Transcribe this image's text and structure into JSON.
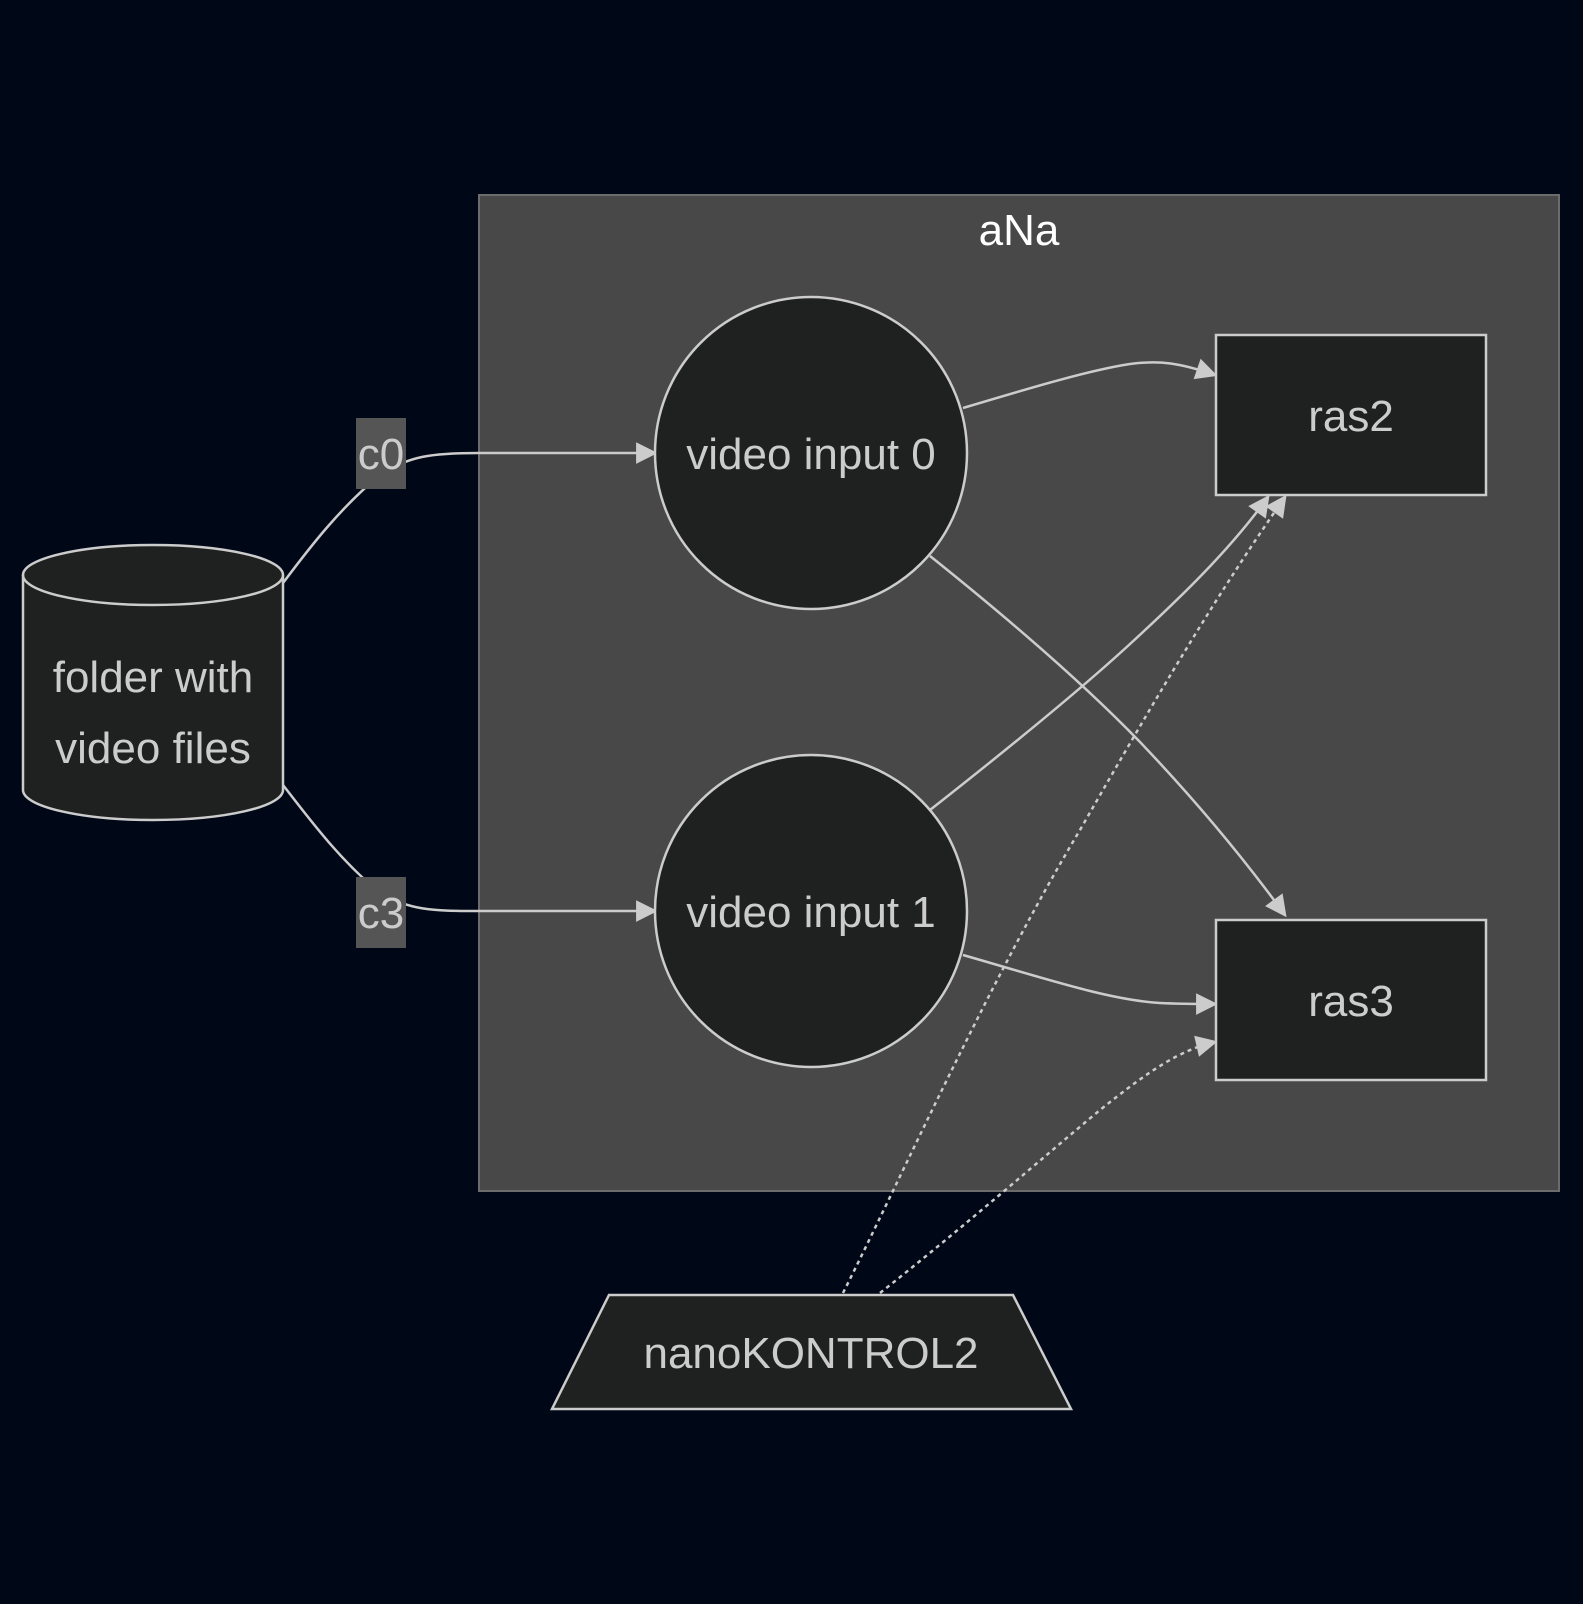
{
  "cluster": {
    "title": "aNa"
  },
  "nodes": {
    "folder": {
      "line1": "folder with",
      "line2": "video files"
    },
    "video_input_0": {
      "label": "video input 0"
    },
    "video_input_1": {
      "label": "video input 1"
    },
    "ras2": {
      "label": "ras2"
    },
    "ras3": {
      "label": "ras3"
    },
    "nanokontrol2": {
      "label": "nanoKONTROL2"
    }
  },
  "edge_labels": {
    "c0": "c0",
    "c3": "c3"
  },
  "colors": {
    "background": "#000818",
    "cluster_fill": "#474847",
    "node_fill": "#1f2020",
    "stroke": "#cccccc",
    "edge_label_bg": "#555555"
  }
}
